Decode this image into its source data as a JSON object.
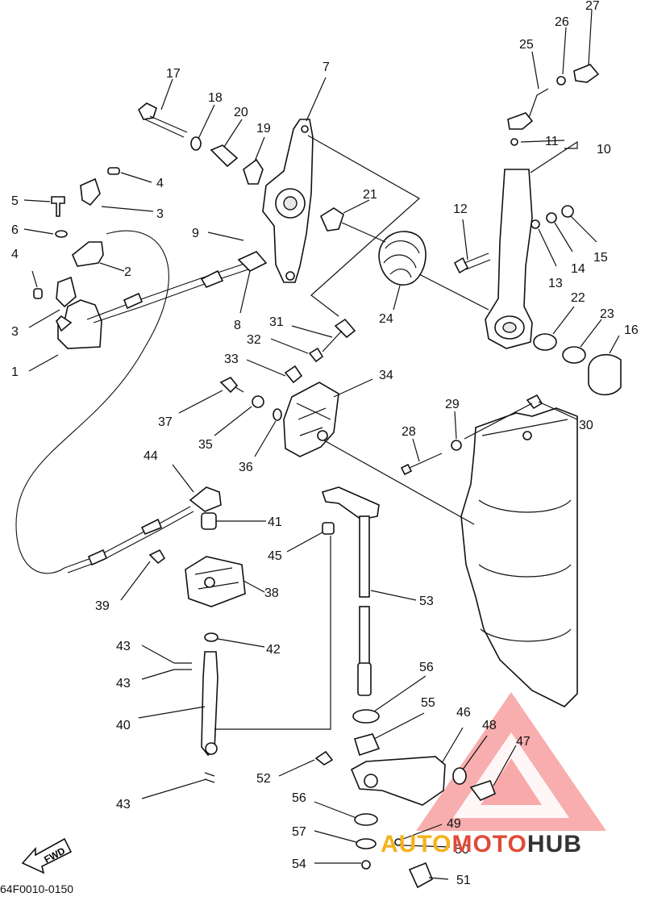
{
  "diagram": {
    "part_code": "64F0010-0150",
    "direction_label": "FWD",
    "callouts": [
      {
        "id": "c1",
        "n": "1"
      },
      {
        "id": "c2",
        "n": "2"
      },
      {
        "id": "c3a",
        "n": "3"
      },
      {
        "id": "c3b",
        "n": "3"
      },
      {
        "id": "c4a",
        "n": "4"
      },
      {
        "id": "c4b",
        "n": "4"
      },
      {
        "id": "c5",
        "n": "5"
      },
      {
        "id": "c6",
        "n": "6"
      },
      {
        "id": "c7",
        "n": "7"
      },
      {
        "id": "c8",
        "n": "8"
      },
      {
        "id": "c9",
        "n": "9"
      },
      {
        "id": "c10",
        "n": "10"
      },
      {
        "id": "c11",
        "n": "11"
      },
      {
        "id": "c12",
        "n": "12"
      },
      {
        "id": "c13",
        "n": "13"
      },
      {
        "id": "c14",
        "n": "14"
      },
      {
        "id": "c15",
        "n": "15"
      },
      {
        "id": "c16",
        "n": "16"
      },
      {
        "id": "c17",
        "n": "17"
      },
      {
        "id": "c18",
        "n": "18"
      },
      {
        "id": "c19",
        "n": "19"
      },
      {
        "id": "c20",
        "n": "20"
      },
      {
        "id": "c21",
        "n": "21"
      },
      {
        "id": "c22",
        "n": "22"
      },
      {
        "id": "c23",
        "n": "23"
      },
      {
        "id": "c24",
        "n": "24"
      },
      {
        "id": "c25",
        "n": "25"
      },
      {
        "id": "c26",
        "n": "26"
      },
      {
        "id": "c27",
        "n": "27"
      },
      {
        "id": "c28",
        "n": "28"
      },
      {
        "id": "c29",
        "n": "29"
      },
      {
        "id": "c30",
        "n": "30"
      },
      {
        "id": "c31",
        "n": "31"
      },
      {
        "id": "c32",
        "n": "32"
      },
      {
        "id": "c33",
        "n": "33"
      },
      {
        "id": "c34",
        "n": "34"
      },
      {
        "id": "c35",
        "n": "35"
      },
      {
        "id": "c36",
        "n": "36"
      },
      {
        "id": "c37",
        "n": "37"
      },
      {
        "id": "c38",
        "n": "38"
      },
      {
        "id": "c39",
        "n": "39"
      },
      {
        "id": "c40",
        "n": "40"
      },
      {
        "id": "c41",
        "n": "41"
      },
      {
        "id": "c42",
        "n": "42"
      },
      {
        "id": "c43a",
        "n": "43"
      },
      {
        "id": "c43b",
        "n": "43"
      },
      {
        "id": "c43c",
        "n": "43"
      },
      {
        "id": "c44",
        "n": "44"
      },
      {
        "id": "c45",
        "n": "45"
      },
      {
        "id": "c46",
        "n": "46"
      },
      {
        "id": "c47",
        "n": "47"
      },
      {
        "id": "c48",
        "n": "48"
      },
      {
        "id": "c49",
        "n": "49"
      },
      {
        "id": "c50",
        "n": "50"
      },
      {
        "id": "c51",
        "n": "51"
      },
      {
        "id": "c52",
        "n": "52"
      },
      {
        "id": "c53",
        "n": "53"
      },
      {
        "id": "c54",
        "n": "54"
      },
      {
        "id": "c55",
        "n": "55"
      },
      {
        "id": "c56a",
        "n": "56"
      },
      {
        "id": "c56b",
        "n": "56"
      },
      {
        "id": "c57",
        "n": "57"
      }
    ]
  },
  "watermark": {
    "part1": "AUTO",
    "part2": "MOTO",
    "part3": "HUB",
    "colors": {
      "auto": "#f5b21a",
      "moto": "#e04a3a",
      "hub": "#333333",
      "triangle": "#f26b6b"
    }
  }
}
